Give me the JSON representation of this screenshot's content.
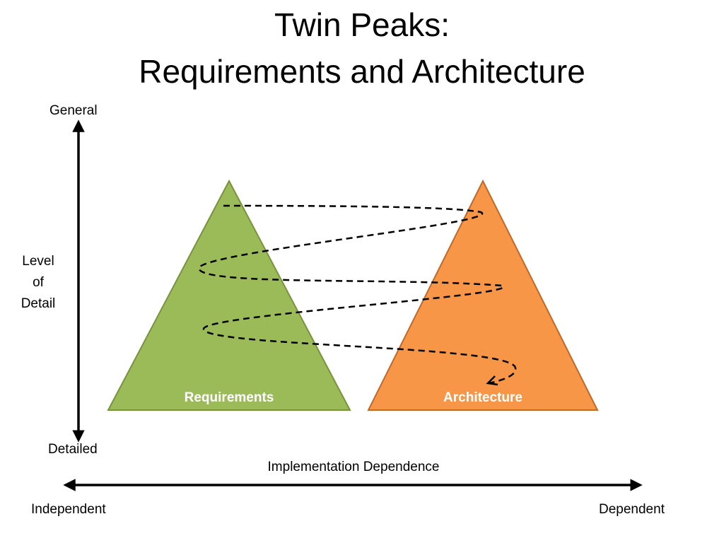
{
  "title": {
    "line1": "Twin Peaks:",
    "line2": "Requirements and Architecture"
  },
  "y_axis": {
    "top_label": "General",
    "middle_label": [
      "Level",
      "of",
      "Detail"
    ],
    "bottom_label": "Detailed"
  },
  "x_axis": {
    "caption": "Implementation Dependence",
    "left_label": "Independent",
    "right_label": "Dependent"
  },
  "peaks": {
    "requirements": {
      "label": "Requirements",
      "color": "#9BBB59",
      "stroke": "#77933C"
    },
    "architecture": {
      "label": "Architecture",
      "color": "#F79646",
      "stroke": "#C0692A"
    }
  },
  "spiral": {
    "style": "dashed",
    "color": "#000000"
  }
}
